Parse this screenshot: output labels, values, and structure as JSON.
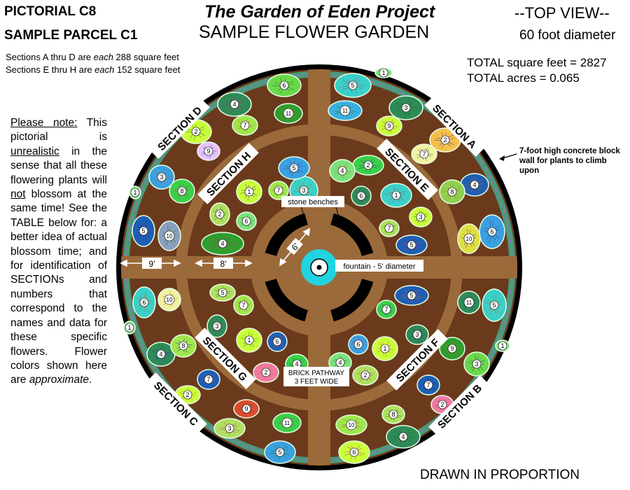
{
  "header": {
    "pictorial": "PICTORIAL C8",
    "parcel": "SAMPLE PARCEL C1",
    "title": "The Garden of Eden Project",
    "subtitle": "SAMPLE FLOWER GARDEN",
    "view": "--TOP VIEW--",
    "diameter": "60 foot diameter"
  },
  "sections_info": {
    "ad_prefix": "Sections A thru D are ",
    "each": "each",
    "ad_suffix": " 288 square feet",
    "eh_prefix": "Sections E thru H are ",
    "eh_suffix": " 152 square feet"
  },
  "totals": {
    "square_feet": "TOTAL square feet = 2827",
    "acres": "TOTAL acres = 0.065"
  },
  "note": {
    "lead": "Please note:",
    "t1": " This pictorial is ",
    "unrealistic": "unrealistic",
    "t2": " in the sense that all these flowering plants will ",
    "not": "not",
    "t3": " blossom at the same time! See the TABLE below for: a better idea of actual blossom time; and for identification of SECTIONs and numbers that correspond to the names and data for these specific flowers. Flower colors shown here are ",
    "approximate": "approximate",
    "t4": "."
  },
  "wall_label": "7-foot high concrete block wall for plants to climb upon",
  "footer": "DRAWN IN PROPORTION",
  "garden": {
    "outer_sections": [
      "SECTION A",
      "SECTION B",
      "SECTION C",
      "SECTION D"
    ],
    "inner_sections": [
      "SECTION E",
      "SECTION F",
      "SECTION G",
      "SECTION H"
    ],
    "benches_label": "stone benches",
    "fountain_label": "fountain - 5' diameter",
    "pathway_label": [
      "BRICK PATHWAY",
      "3 FEET WIDE"
    ],
    "dim_outer": "9'",
    "dim_inner": "8'",
    "dim_bench": "6'",
    "colors": {
      "soil": "#6b3a1c",
      "path": "#9b6a3a",
      "wall": "#000000",
      "border_plants": "#4a9a7a",
      "fountain": "#22d3e0"
    }
  },
  "flowers": [
    {
      "id": "a1",
      "n": "1",
      "color": "#7be37b"
    },
    {
      "id": "a2",
      "n": "2",
      "color": "#f5c04a"
    },
    {
      "id": "a3",
      "n": "3",
      "color": "#2e8b57"
    },
    {
      "id": "a4",
      "n": "4",
      "color": "#1e5fb4"
    },
    {
      "id": "a5",
      "n": "5",
      "color": "#3ad0c8"
    },
    {
      "id": "a6",
      "n": "6",
      "color": "#3aa0e0"
    },
    {
      "id": "a7",
      "n": "7",
      "color": "#f2f2a0"
    },
    {
      "id": "a8",
      "n": "8",
      "color": "#8fd14f"
    },
    {
      "id": "a9",
      "n": "9",
      "color": "#caff3a"
    },
    {
      "id": "a10",
      "n": "10",
      "color": "#e0e040"
    },
    {
      "id": "a11",
      "n": "11",
      "color": "#3ab0e0"
    },
    {
      "id": "b1",
      "n": "1",
      "color": "#7be37b"
    },
    {
      "id": "b2",
      "n": "2",
      "color": "#f07aa0"
    },
    {
      "id": "b3",
      "n": "3",
      "color": "#6ad84a"
    },
    {
      "id": "b4",
      "n": "4",
      "color": "#2e8b57"
    },
    {
      "id": "b5",
      "n": "5",
      "color": "#3ad0c8"
    },
    {
      "id": "b6",
      "n": "6",
      "color": "#caff3a"
    },
    {
      "id": "b7",
      "n": "7",
      "color": "#1e5fb4"
    },
    {
      "id": "b8",
      "n": "8",
      "color": "#b0e060"
    },
    {
      "id": "b9",
      "n": "9",
      "color": "#2e9e2e"
    },
    {
      "id": "b10",
      "n": "10",
      "color": "#9ee84a"
    },
    {
      "id": "b11",
      "n": "11",
      "color": "#2e8b57"
    },
    {
      "id": "c1",
      "n": "1",
      "color": "#7be37b"
    },
    {
      "id": "c2",
      "n": "2",
      "color": "#caff3a"
    },
    {
      "id": "c3",
      "n": "3",
      "color": "#b0e060"
    },
    {
      "id": "c4",
      "n": "4",
      "color": "#2e8b57"
    },
    {
      "id": "c5",
      "n": "5",
      "color": "#3aa0e0"
    },
    {
      "id": "c6",
      "n": "6",
      "color": "#3ad0c8"
    },
    {
      "id": "c7",
      "n": "7",
      "color": "#1e5fb4"
    },
    {
      "id": "c8",
      "n": "8",
      "color": "#9ee84a"
    },
    {
      "id": "c9",
      "n": "9",
      "color": "#e04a2e"
    },
    {
      "id": "c10",
      "n": "10",
      "color": "#f2f2a0"
    },
    {
      "id": "c11",
      "n": "11",
      "color": "#3ad048"
    },
    {
      "id": "d1",
      "n": "1",
      "color": "#7be37b"
    },
    {
      "id": "d2",
      "n": "2",
      "color": "#caff3a"
    },
    {
      "id": "d3",
      "n": "3",
      "color": "#3aa0e0"
    },
    {
      "id": "d4",
      "n": "4",
      "color": "#2e8b57"
    },
    {
      "id": "d5",
      "n": "5",
      "color": "#1e5fb4"
    },
    {
      "id": "d6",
      "n": "6",
      "color": "#6ad84a"
    },
    {
      "id": "d7",
      "n": "7",
      "color": "#9ee84a"
    },
    {
      "id": "d8",
      "n": "8",
      "color": "#3ad048"
    },
    {
      "id": "d9",
      "n": "9",
      "color": "#e8c0ff"
    },
    {
      "id": "d10",
      "n": "10",
      "color": "#8aa0c0"
    },
    {
      "id": "d11",
      "n": "11",
      "color": "#2e9e2e"
    },
    {
      "id": "e1",
      "n": "1",
      "color": "#3ad0c8"
    },
    {
      "id": "e2",
      "n": "2",
      "color": "#3ad048"
    },
    {
      "id": "e3",
      "n": "3",
      "color": "#caff3a"
    },
    {
      "id": "e4",
      "n": "4",
      "color": "#7be37b"
    },
    {
      "id": "e5",
      "n": "5",
      "color": "#1e5fb4"
    },
    {
      "id": "e6",
      "n": "6",
      "color": "#2e8b57"
    },
    {
      "id": "e7",
      "n": "7",
      "color": "#b0e060"
    },
    {
      "id": "f1",
      "n": "1",
      "color": "#caff3a"
    },
    {
      "id": "f2",
      "n": "2",
      "color": "#b0e060"
    },
    {
      "id": "f3",
      "n": "3",
      "color": "#2e8b57"
    },
    {
      "id": "f4",
      "n": "4",
      "color": "#7be37b"
    },
    {
      "id": "f5",
      "n": "5",
      "color": "#1e5fb4"
    },
    {
      "id": "f6",
      "n": "6",
      "color": "#3aa0e0"
    },
    {
      "id": "f7",
      "n": "7",
      "color": "#3ad048"
    },
    {
      "id": "g1",
      "n": "1",
      "color": "#caff3a"
    },
    {
      "id": "g2",
      "n": "2",
      "color": "#f07aa0"
    },
    {
      "id": "g3",
      "n": "3",
      "color": "#2e8b57"
    },
    {
      "id": "g4",
      "n": "4",
      "color": "#3ad048"
    },
    {
      "id": "g5",
      "n": "5",
      "color": "#b0e060"
    },
    {
      "id": "g6",
      "n": "6",
      "color": "#1e5fb4"
    },
    {
      "id": "g7",
      "n": "7",
      "color": "#9ee84a"
    },
    {
      "id": "h1",
      "n": "1",
      "color": "#caff3a"
    },
    {
      "id": "h2",
      "n": "2",
      "color": "#b0e060"
    },
    {
      "id": "h3",
      "n": "3",
      "color": "#3ad0c8"
    },
    {
      "id": "h4",
      "n": "4",
      "color": "#2e9e2e"
    },
    {
      "id": "h5",
      "n": "5",
      "color": "#3aa0e0"
    },
    {
      "id": "h6",
      "n": "6",
      "color": "#7be37b"
    },
    {
      "id": "h7",
      "n": "7",
      "color": "#9ee84a"
    }
  ]
}
